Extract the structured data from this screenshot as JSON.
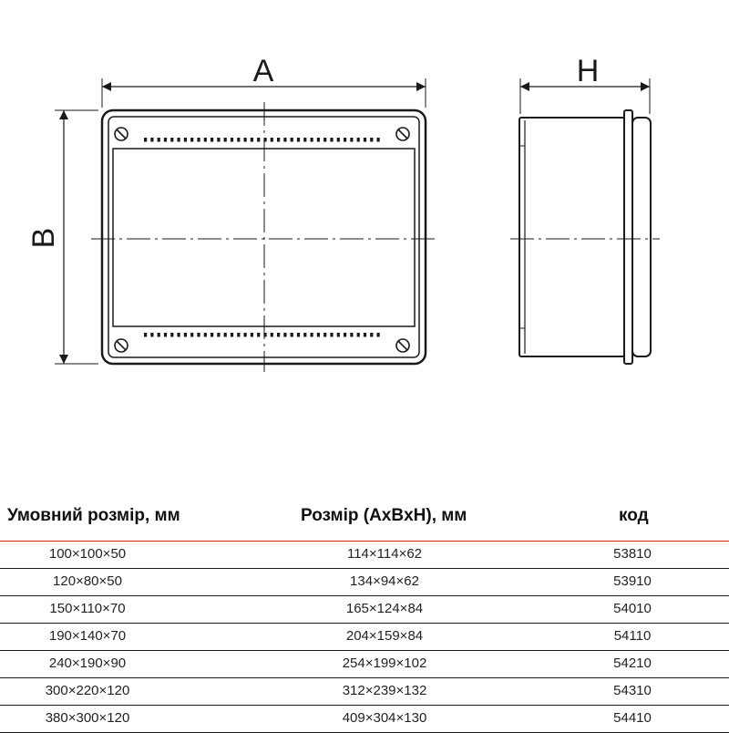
{
  "drawing": {
    "label_a": "A",
    "label_b": "B",
    "label_h": "H"
  },
  "table": {
    "headers": {
      "nominal": "Умовний розмір, мм",
      "size": "Розмір (AxBxH), мм",
      "code": "код"
    },
    "rows": [
      {
        "nominal": "100×100×50",
        "size": "114×114×62",
        "code": "53810"
      },
      {
        "nominal": "120×80×50",
        "size": "134×94×62",
        "code": "53910"
      },
      {
        "nominal": "150×110×70",
        "size": "165×124×84",
        "code": "54010"
      },
      {
        "nominal": "190×140×70",
        "size": "204×159×84",
        "code": "54110"
      },
      {
        "nominal": "240×190×90",
        "size": "254×199×102",
        "code": "54210"
      },
      {
        "nominal": "300×220×120",
        "size": "312×239×132",
        "code": "54310"
      },
      {
        "nominal": "380×300×120",
        "size": "409×304×130",
        "code": "54410"
      }
    ]
  },
  "colors": {
    "header_rule": "#e0231b",
    "line": "#1a1a1a"
  }
}
